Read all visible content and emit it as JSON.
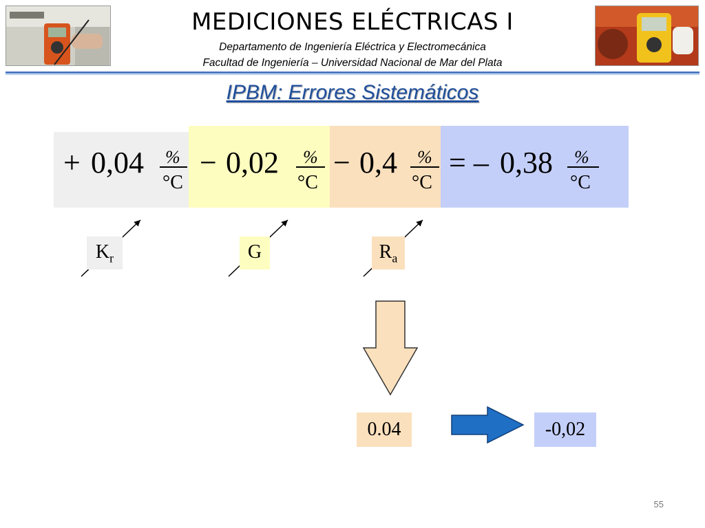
{
  "header": {
    "title": "MEDICIONES ELÉCTRICAS I",
    "subtitle_1": "Departamento de Ingeniería Eléctrica y Electromecánica",
    "subtitle_2": "Facultad de Ingeniería – Universidad Nacional de Mar del Plata"
  },
  "section_title": "IPBM: Errores Sistemáticos",
  "equation": {
    "terms": [
      {
        "sign": "+",
        "value": "0,04",
        "num": "%",
        "den": "°C",
        "color": "#efefef"
      },
      {
        "sign": "−",
        "value": "0,02",
        "num": "%",
        "den": "°C",
        "color": "#fdfdc0"
      },
      {
        "sign": "−",
        "value": "0,4",
        "num": "%",
        "den": "°C",
        "color": "#fbe0bd"
      }
    ],
    "result": {
      "sign": "= –",
      "value": "0,38",
      "num": "%",
      "den": "°C",
      "color": "#c4cff9"
    }
  },
  "labels": [
    {
      "base": "K",
      "sub": "r",
      "color": "#efefef"
    },
    {
      "base": "G",
      "sub": "",
      "color": "#fdfdc0"
    },
    {
      "base": "R",
      "sub": "a",
      "color": "#fbe0bd"
    }
  ],
  "values": {
    "left": "0.04",
    "right": "-0,02",
    "left_color": "#fbe0bd",
    "right_color": "#c4cff9",
    "down_arrow_color": "#fbe0bd",
    "right_arrow_color": "#1f6fc4"
  },
  "page_number": "55"
}
